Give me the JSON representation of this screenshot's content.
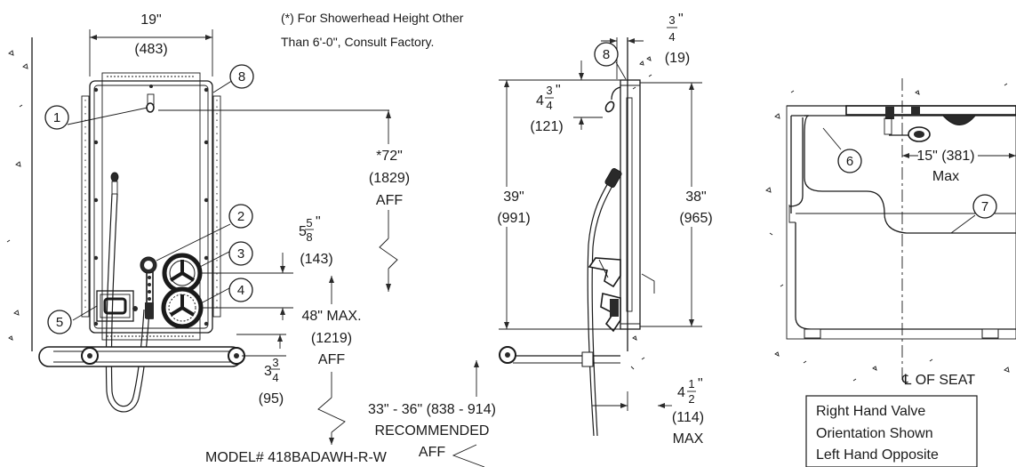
{
  "header_note": {
    "line1": "(*) For Showerhead Height Other",
    "line2": "Than 6'-0\", Consult Factory."
  },
  "front_view": {
    "width_in": "19\"",
    "width_mm": "(483)",
    "showerhead_height_in": "*72\"",
    "showerhead_height_mm": "(1829)",
    "showerhead_height_ref": "AFF",
    "valve_spacing_whole": "5",
    "valve_spacing_num": "5",
    "valve_spacing_den": "8",
    "valve_spacing_unit": "\"",
    "valve_spacing_mm": "(143)",
    "valve_height_in": "48\" MAX.",
    "valve_height_mm": "(1219)",
    "valve_height_ref": "AFF",
    "bar_offset_whole": "3",
    "bar_offset_num": "3",
    "bar_offset_den": "4",
    "bar_offset_mm": "(95)",
    "model": "MODEL# 418BADAWH-R-W"
  },
  "side_view": {
    "depth_num": "3",
    "depth_den": "4",
    "depth_unit": "\"",
    "depth_mm": "(19)",
    "arm_drop_whole": "4",
    "arm_drop_num": "3",
    "arm_drop_den": "4",
    "arm_drop_unit": "\"",
    "arm_drop_mm": "(121)",
    "overall_height_in": "39\"",
    "overall_height_mm": "(991)",
    "panel_height_in": "38\"",
    "panel_height_mm": "(965)",
    "bar_height_in": "33\" - 36\" (838 - 914)",
    "bar_height_note": "RECOMMENDED",
    "bar_height_ref": "AFF",
    "projection_whole": "4",
    "projection_num": "1",
    "projection_den": "2",
    "projection_unit": "\"",
    "projection_mm": "(114)",
    "projection_note": "MAX"
  },
  "plan_view": {
    "reach_label": "15\" (381)",
    "reach_note": "Max",
    "centerline_label": "℄ OF SEAT",
    "note_line1": "Right Hand Valve",
    "note_line2": "Orientation Shown",
    "note_line3": "Left Hand Opposite"
  },
  "callouts": [
    "1",
    "2",
    "3",
    "4",
    "5",
    "6",
    "7",
    "8"
  ]
}
